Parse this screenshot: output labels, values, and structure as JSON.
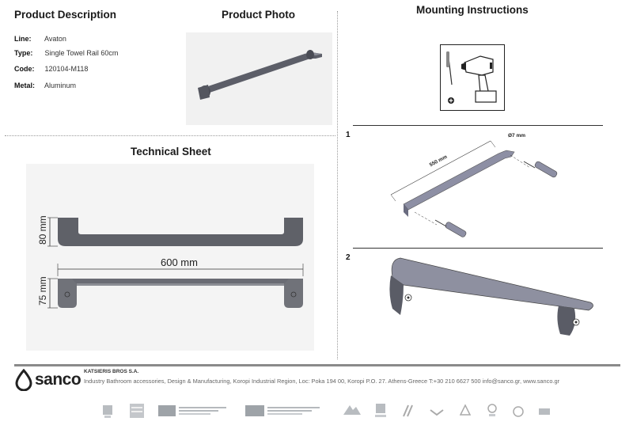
{
  "headings": {
    "product_description": "Product Description",
    "product_photo": "Product Photo",
    "mounting_instructions": "Mounting Instructions",
    "technical_sheet": "Technical Sheet"
  },
  "specs": [
    {
      "label": "Line:",
      "value": "Avaton"
    },
    {
      "label": "Type:",
      "value": "Single Towel Rail 60cm"
    },
    {
      "label": "Code:",
      "value": "120104-M118"
    },
    {
      "label": "Metal:",
      "value": "Aluminum"
    }
  ],
  "technical": {
    "height_top": "80 mm",
    "width": "600 mm",
    "height_side": "75 mm"
  },
  "mounting": {
    "step1_number": "1",
    "step2_number": "2",
    "hole_diameter": "Ø7 mm",
    "hole_spacing": "550 mm"
  },
  "footer": {
    "brand": "sanco",
    "company": "KATSIERIS BROS S.A.",
    "info": "Industry Bathroom accessories, Design & Manufacturing, Koropi Industrial Region, Loc: Poka 194 00, Koropi P.O. 27. Athens-Greece   T:+30 210 6627 500 info@sanco.gr, www.sanco.gr"
  },
  "colors": {
    "rail": "#5a5c66",
    "rail_light": "#8e90a0",
    "photo_bg": "#f1f1f1",
    "sheet_bg": "#f4f4f4",
    "divider": "#8a8a8a"
  }
}
